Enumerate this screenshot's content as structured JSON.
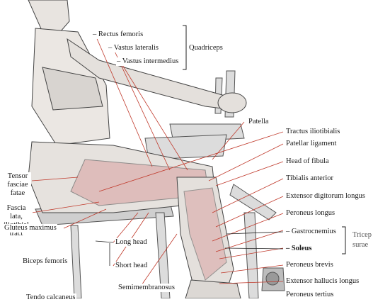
{
  "labels": {
    "rectus_femoris": "Rectus femoris",
    "vastus_lateralis": "Vastus lateralis",
    "vastus_intermedius": "Vastus intermedius",
    "quadriceps": "Quadriceps",
    "patella": "Patella",
    "tractus_iliotibialis": "Tractus iliotibialis",
    "patellar_ligament": "Patellar ligament",
    "head_of_fibula": "Head of fibula",
    "tibialis_anterior": "Tibialis anterior",
    "extensor_digitorum_longus": "Extensor digitorum longus",
    "peroneus_longus": "Peroneus longus",
    "gastrocnemius": "Gastrocnemius",
    "soleus": "Soleus",
    "triceps_surae_1": "Tricep",
    "triceps_surae_2": "surae",
    "peroneus_brevis": "Peroneus brevis",
    "extensor_hallucis_longus": "Extensor hallucis longus",
    "peroneus_tertius": "Peroneus tertius",
    "tensor_fasciae_latae_1": "Tensor",
    "tensor_fasciae_latae_2": "fasciae",
    "tensor_fasciae_latae_3": "fatae",
    "fascia_lata_1": "Fascia",
    "fascia_lata_2": "lata,",
    "fascia_lata_3": "iliotibial",
    "fascia_lata_4": "tract",
    "gluteus_maximus": "Gluteus maximus",
    "long_head": "Long head",
    "biceps_femoris": "Biceps femoris",
    "short_head": "Short head",
    "semimembranosus": "Semimembranosus",
    "tendo_calcaneus": "Tendo calcaneus"
  },
  "colors": {
    "leader_red": "#c0392b",
    "leader_black": "#222222",
    "muscle": "#d9a0a0",
    "skin": "#e8e4e0"
  }
}
